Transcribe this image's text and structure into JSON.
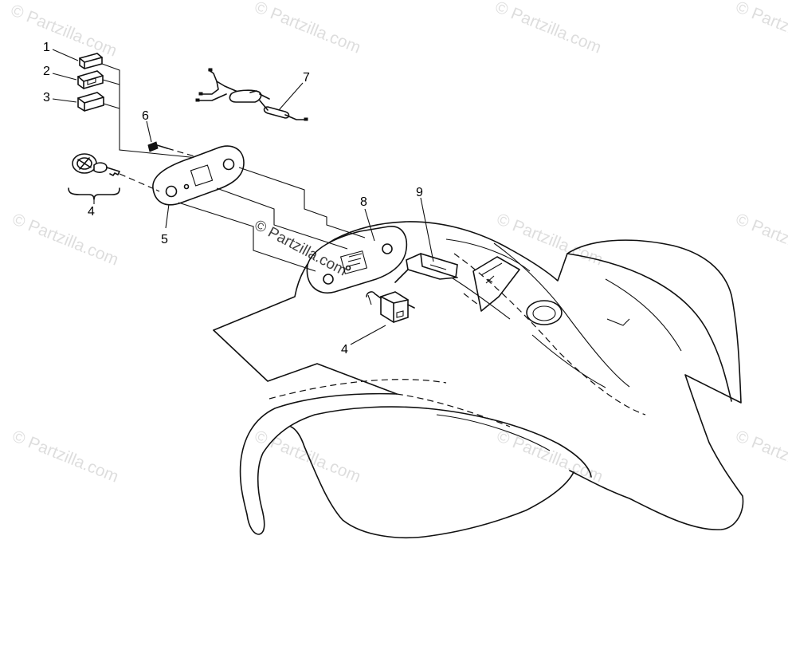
{
  "callouts": [
    {
      "id": "c1",
      "label": "1"
    },
    {
      "id": "c2",
      "label": "2"
    },
    {
      "id": "c3",
      "label": "3"
    },
    {
      "id": "c4a",
      "label": "4"
    },
    {
      "id": "c4b",
      "label": "4"
    },
    {
      "id": "c5",
      "label": "5"
    },
    {
      "id": "c6",
      "label": "6"
    },
    {
      "id": "c7",
      "label": "7"
    },
    {
      "id": "c8",
      "label": "8"
    },
    {
      "id": "c9",
      "label": "9"
    }
  ],
  "watermark": {
    "text": "© Partzilla.com"
  }
}
